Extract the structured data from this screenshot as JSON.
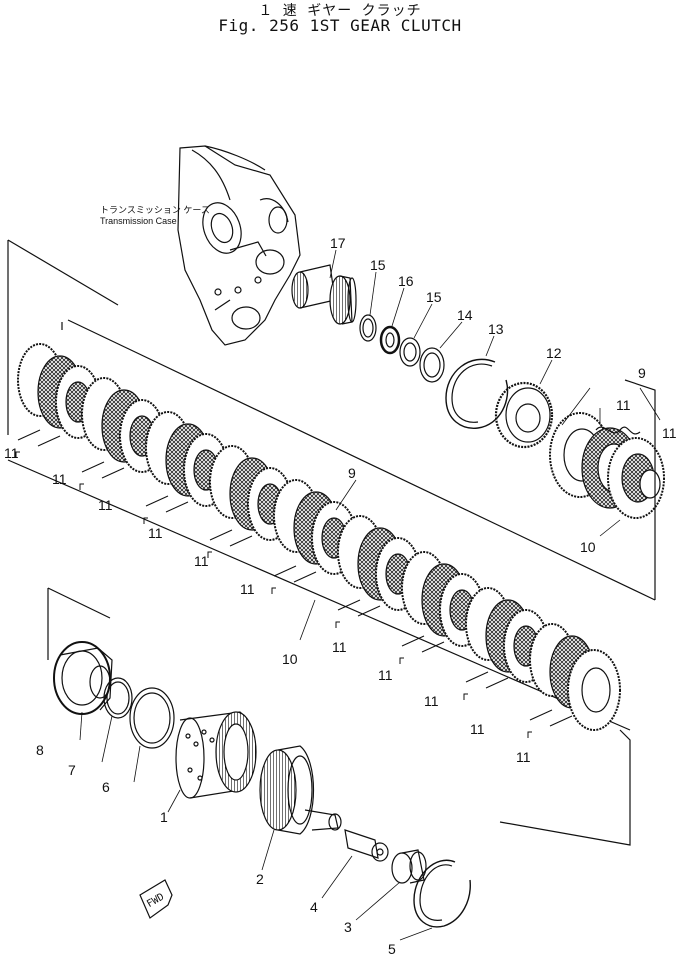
{
  "title": {
    "jp": "１ 速 ギヤー クラッチ",
    "en": "Fig. 256 1ST GEAR CLUTCH"
  },
  "case_label": {
    "jp": "トランスミッション ケース",
    "en": "Transmission Case"
  },
  "fwd": "FWD",
  "labels": {
    "p1": "1",
    "p2": "2",
    "p3": "3",
    "p4": "4",
    "p5": "5",
    "p6": "6",
    "p7": "7",
    "p8": "8",
    "p9a": "9",
    "p9b": "9",
    "p10a": "10",
    "p10b": "10",
    "p11": "11",
    "p12": "12",
    "p13": "13",
    "p14": "14",
    "p15a": "15",
    "p15b": "15",
    "p16": "16",
    "p17": "17"
  }
}
